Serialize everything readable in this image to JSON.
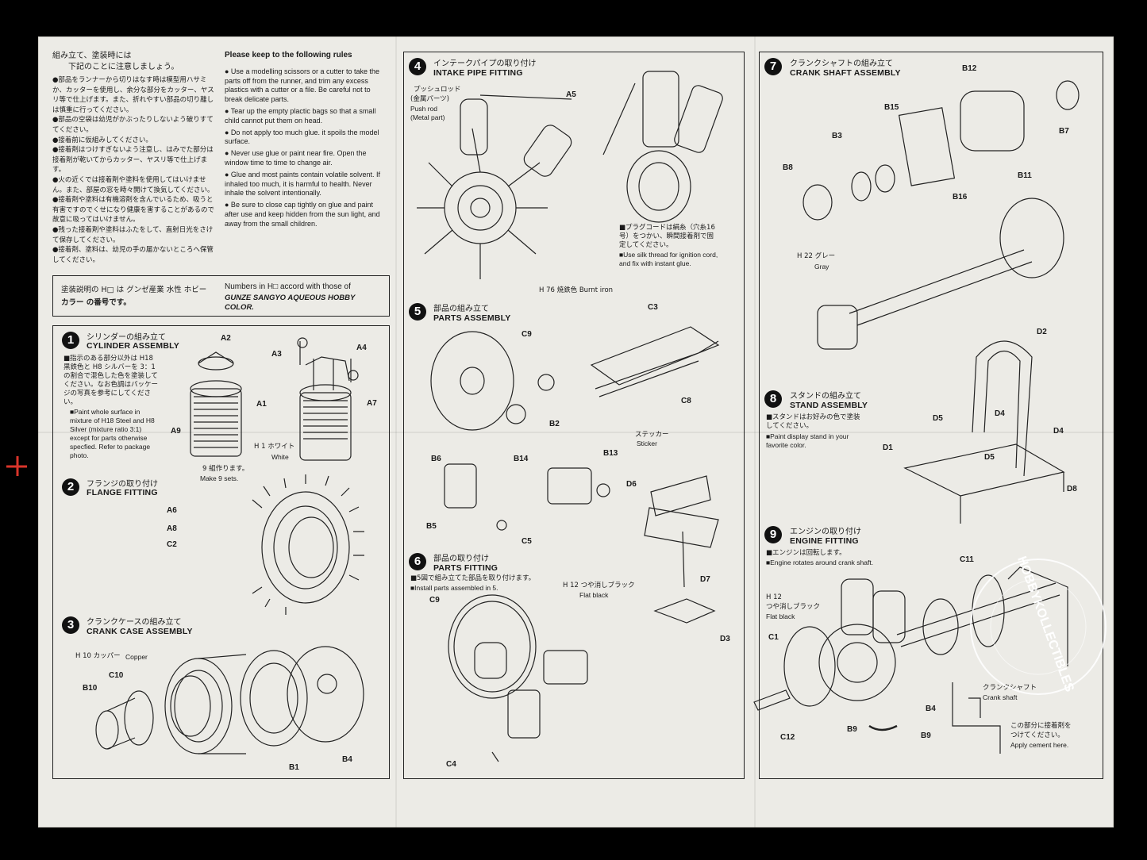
{
  "rules_jp": {
    "title_lines": [
      "組み立て、塗装時には",
      "下記のことに注意しましょう。"
    ],
    "items": [
      "●部品をランナーから切りはなす時は模型用ハサミか、カッターを使用し、余分な部分をカッター、ヤスリ等で仕上げます。また、折れやすい部品の切り離しは慎重に行ってください。",
      "●部品の空袋は幼児がかぶったりしないよう破りすててください。",
      "●接着前に仮組みしてください。",
      "●接着剤はつけすぎないよう注意し、はみでた部分は接着剤が乾いてからカッター、ヤスリ等で仕上げます。",
      "●火の近くでは接着剤や塗料を使用してはいけません。また、部屋の窓を時々開けて換気してください。",
      "●接着剤や塗料は有機溶剤を含んでいるため、吸うと有害ですのでくせになり健康を害することがあるので故意に吸ってはいけません。",
      "●残った接着剤や塗料はふたをして、直射日光をさけて保存してください。",
      "●接着剤、塗料は、幼児の手の届かないところへ保管してください。"
    ]
  },
  "rules_en": {
    "title": "Please keep to the following rules",
    "items": [
      "● Use a modelling scissors or a cutter to take the parts off from the runner, and trim any excess plastics with a cutter or a file. Be careful not to break delicate parts.",
      "● Tear up the empty plactic bags so that a small child cannot put them on head.",
      "● Do not apply too much glue. it spoils the model surface.",
      "● Never use glue or paint near fire. Open the window time to time to change air.",
      "● Glue and most paints contain volatile solvent. If inhaled too much, it is harmful to health. Never inhale the solvent intentionally.",
      "● Be sure to close cap tightly on glue and paint after use and keep hidden from the sun light, and away from the small children."
    ]
  },
  "paint_box": {
    "jp_line1": "塗装説明の H□ は グンゼ産業 水性 ホビー",
    "jp_line2": "カラー の番号です。",
    "en_line1": "Numbers in H□ accord with those of",
    "en_line2": "GUNZE SANGYO  AQUEOUS HOBBY",
    "en_line3": "COLOR."
  },
  "steps": {
    "s1": {
      "num": "1",
      "jp": "シリンダーの組み立て",
      "en": "CYLINDER ASSEMBLY",
      "note_jp": "■指示のある部分以外は H18 黒鉄色と H8 シルバーを 3：1 の割合で混色した色を塗装してください。なお色調はパッケージの写真を参考にしてください。",
      "note_en": "■Paint whole surface in mixture of H18 Steel and H8 Silver (mixture ratio 3:1) except for parts otherwise specfied. Refer to package photo.",
      "paint_jp": "H 1 ホワイト",
      "paint_en": "White",
      "sets_jp": "9 組作ります。",
      "sets_en": "Make 9 sets.",
      "labels": [
        "A2",
        "A3",
        "A4",
        "A1",
        "A9",
        "A7"
      ]
    },
    "s2": {
      "num": "2",
      "jp": "フランジの取り付け",
      "en": "FLANGE FITTING",
      "labels": [
        "A6",
        "A8",
        "C2"
      ]
    },
    "s3": {
      "num": "3",
      "jp": "クランクケースの組み立て",
      "en": "CRANK CASE ASSEMBLY",
      "paint_jp": "H 10 カッパー",
      "paint_en": "Copper",
      "labels": [
        "B10",
        "C10",
        "B1",
        "B4"
      ]
    },
    "s4": {
      "num": "4",
      "jp": "インテークパイプの取り付け",
      "en": "INTAKE PIPE FITTING",
      "pushrod_jp1": "プッシュロッド",
      "pushrod_jp2": "(金属パーツ)",
      "pushrod_en1": "Push rod",
      "pushrod_en2": "(Metal part)",
      "a5": "A5",
      "paint": "H 76 焼鉄色  Burnt iron",
      "cord_jp": "■プラグコードは絹糸（穴糸16号）をつかい、瞬間接着剤で固定してください。",
      "cord_en": "■Use silk thread for ignition cord, and fix with instant glue."
    },
    "s5": {
      "num": "5",
      "jp": "部品の組み立て",
      "en": "PARTS ASSEMBLY",
      "sticker_jp": "ステッカー",
      "sticker_en": "Sticker",
      "labels": [
        "C9",
        "C3",
        "C8",
        "B2",
        "B6",
        "B14",
        "B13",
        "B5",
        "C5",
        "D6"
      ]
    },
    "s6": {
      "num": "6",
      "jp": "部品の取り付け",
      "en": "PARTS FITTING",
      "note_jp": "■5図で組み立てた部品を取り付けます。",
      "note_en": "■Install parts assembled in 5.",
      "paint_jp": "H 12 つや消しブラック",
      "paint_en": "Flat black",
      "labels": [
        "C9",
        "C4",
        "D7",
        "D3"
      ]
    },
    "s7": {
      "num": "7",
      "jp": "クランクシャフトの組み立て",
      "en": "CRANK SHAFT ASSEMBLY",
      "paint_jp": "H 22 グレー",
      "paint_en": "Gray",
      "labels": [
        "B12",
        "B15",
        "B7",
        "B3",
        "B8",
        "B11",
        "B16",
        "D2"
      ]
    },
    "s8": {
      "num": "8",
      "jp": "スタンドの組み立て",
      "en": "STAND ASSEMBLY",
      "note_jp": "■スタンドはお好みの色で塗装してください。",
      "note_en": "■Paint display stand in your favorite color.",
      "labels": [
        "D5",
        "D4",
        "D1",
        "D4",
        "D5",
        "D8"
      ]
    },
    "s9": {
      "num": "9",
      "jp": "エンジンの取り付け",
      "en": "ENGINE FITTING",
      "note_jp": "■エンジンは回転します。",
      "note_en": "■Engine rotates around crank shaft.",
      "paint_jp": "H 12",
      "paint_jp2": "つや消しブラック",
      "paint_en": "Flat black",
      "crank_jp": "クランクシャフト",
      "crank_en": "Crank shaft",
      "cement_jp": "この部分に接着剤を",
      "cement_jp2": "つけてください。",
      "cement_en": "Apply cement here.",
      "labels": [
        "C11",
        "C1",
        "C12",
        "B9",
        "B4",
        "B9"
      ]
    }
  },
  "watermark": "HOBBYKOLLECTIBLES",
  "colors": {
    "paper": "#ecebe6",
    "ink": "#1a1a1a",
    "background": "#000000",
    "marker": "#d9352a"
  }
}
